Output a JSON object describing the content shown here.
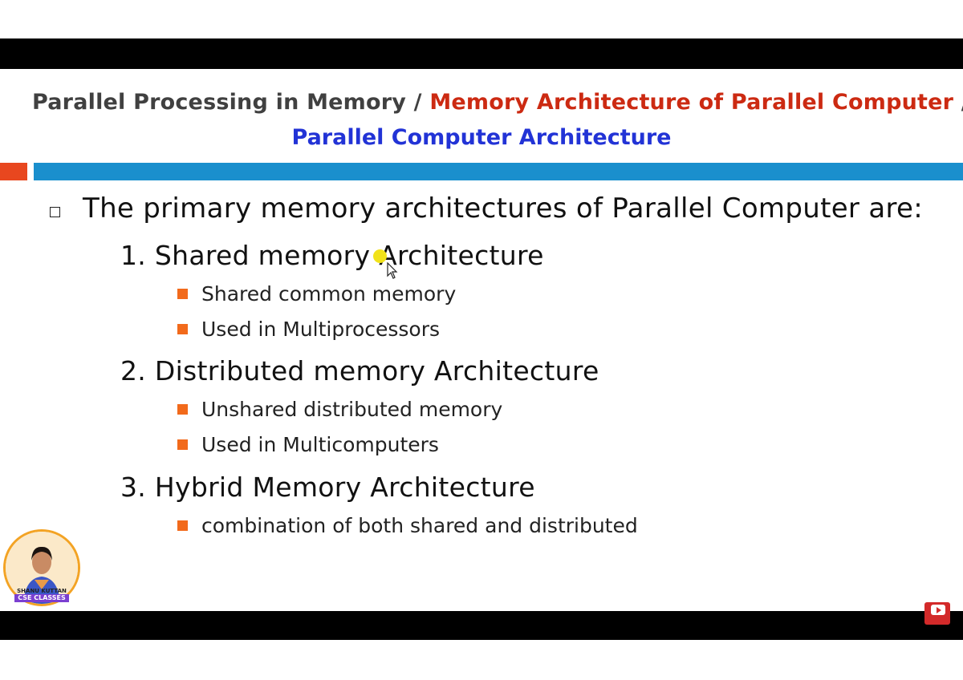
{
  "title": {
    "part1": "Parallel Processing in Memory",
    "sep1": " / ",
    "part2": "Memory Architecture of Parallel Computer",
    "sep2": " /",
    "part3": "Parallel Computer Architecture"
  },
  "content": {
    "main_bullet": "The primary memory architectures of Parallel Computer are:",
    "items": [
      {
        "label": "1. Shared memory Architecture",
        "subs": [
          "Shared common memory",
          "Used in Multiprocessors"
        ]
      },
      {
        "label": "2. Distributed memory Architecture",
        "subs": [
          "Unshared distributed memory",
          "Used in Multicomputers"
        ]
      },
      {
        "label": "3. Hybrid Memory Architecture",
        "subs": [
          "combination of both shared and distributed"
        ]
      }
    ]
  },
  "channel": {
    "name_top": "SHANU KUTTAN",
    "name_bottom": "CSE CLASSES"
  },
  "colors": {
    "accent_red": "#e8471f",
    "accent_blue": "#1a8fcd",
    "title_red": "#cc2a12",
    "title_blue": "#2233d6",
    "bullet_orange": "#f26a1b"
  },
  "icons": {
    "subscribe": "youtube-subscribe-icon",
    "pointer": "mouse-pointer-icon"
  }
}
